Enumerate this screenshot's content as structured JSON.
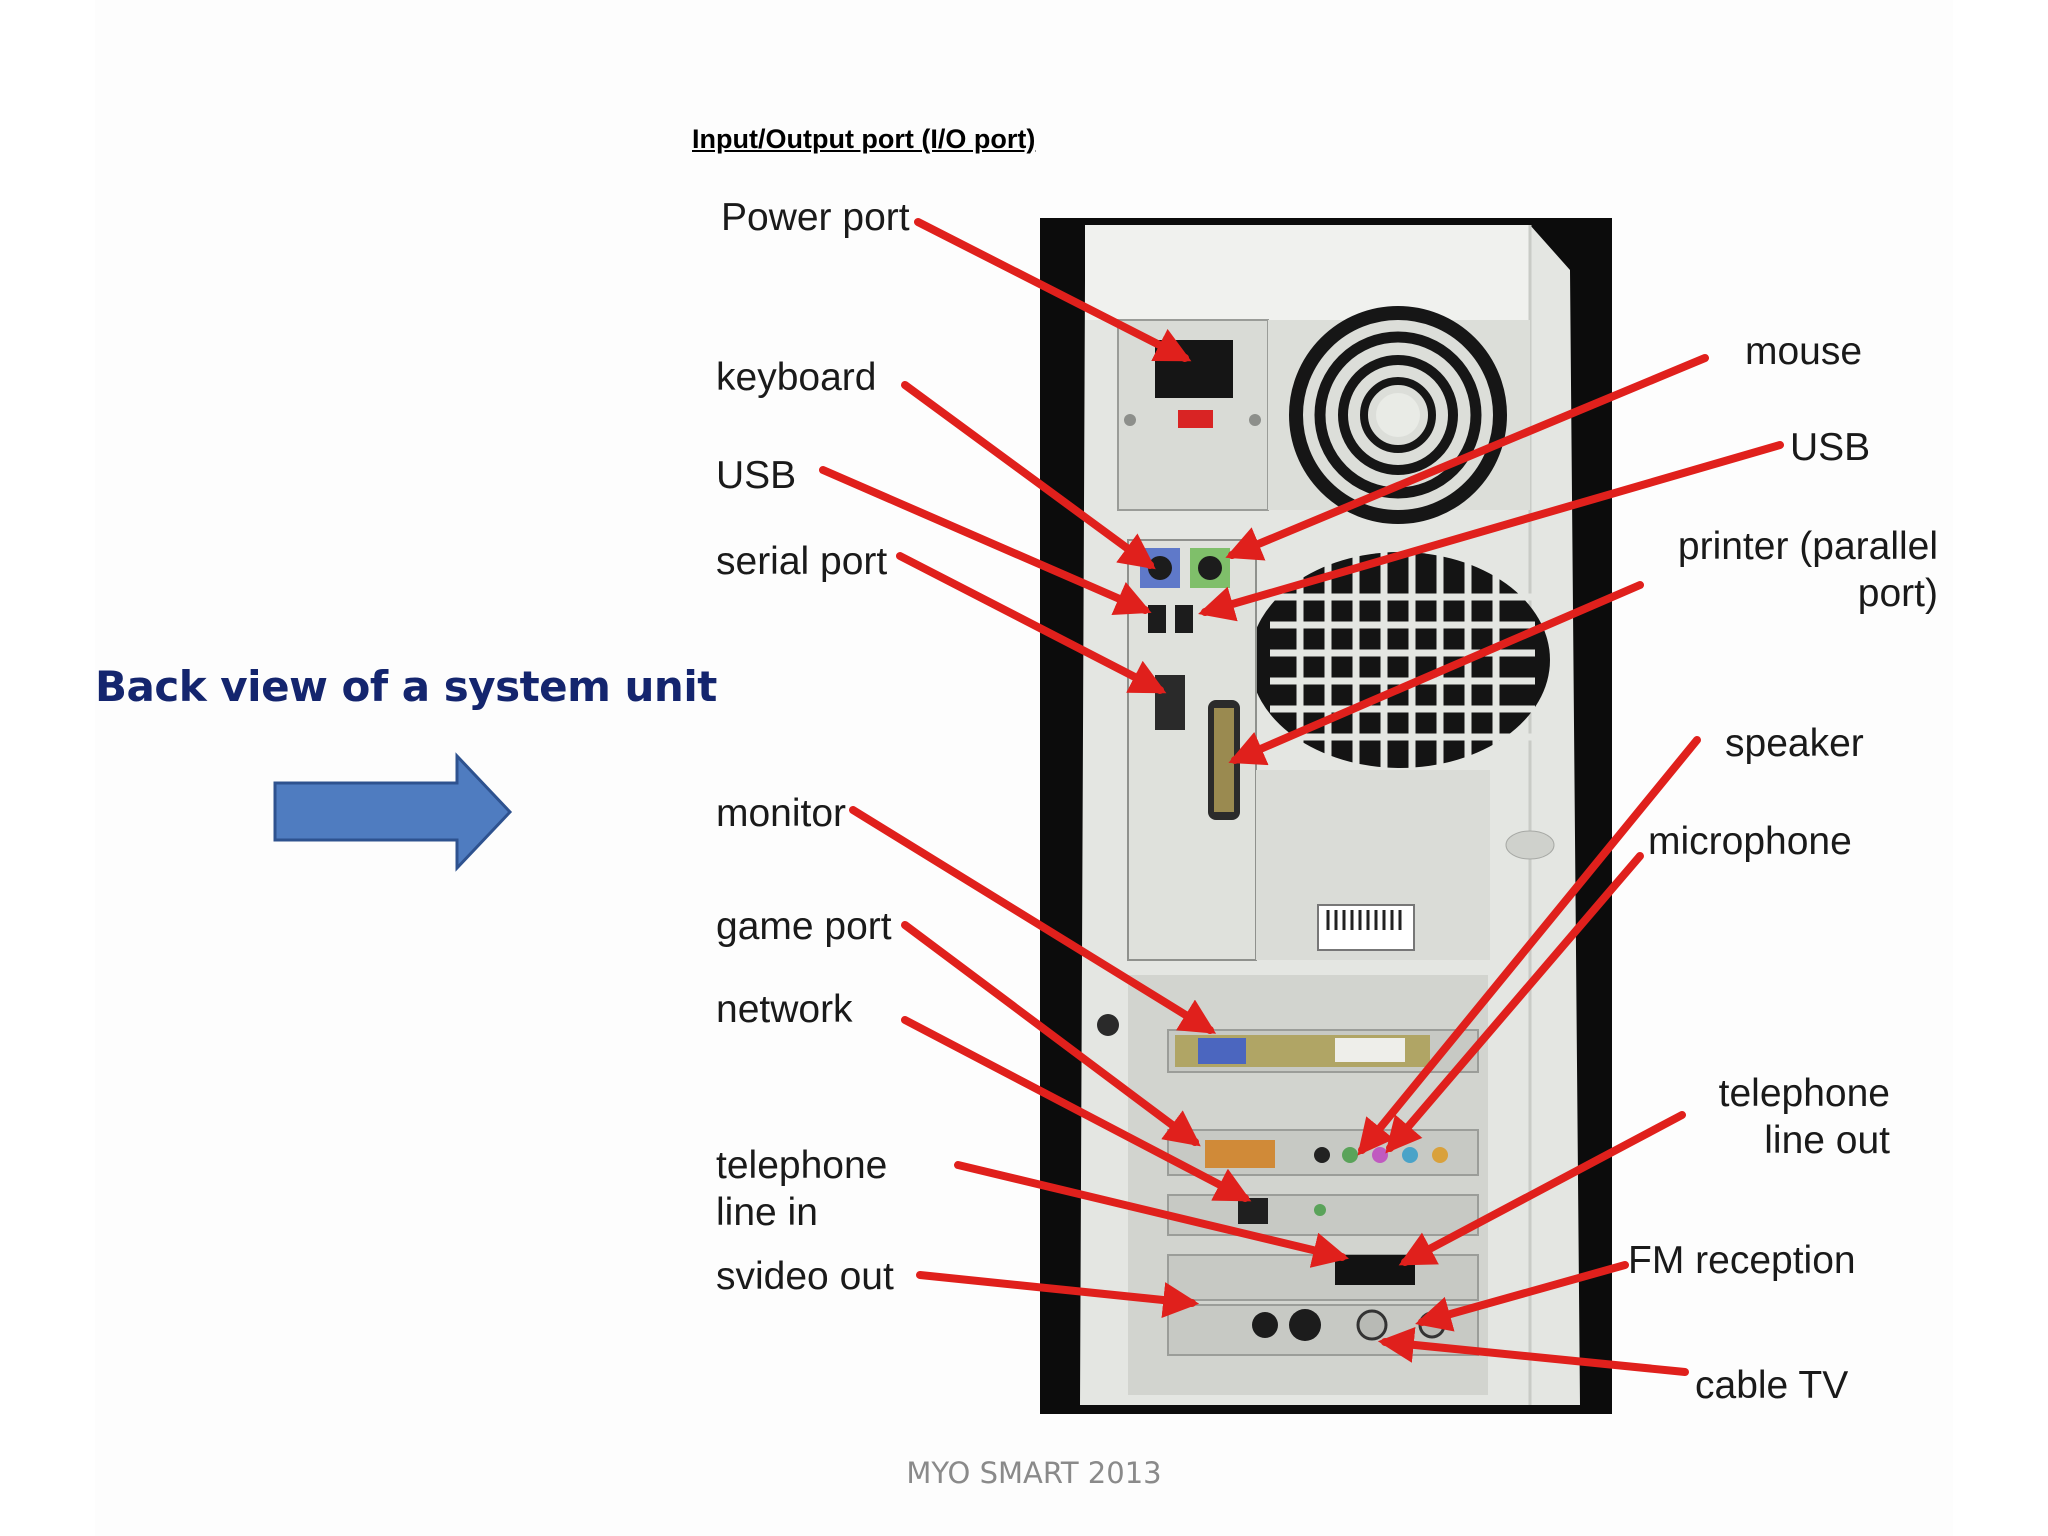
{
  "slide": {
    "heading": "Back view of a system unit",
    "footer": "MYO SMART 2013",
    "figure_title": "Input/Output port (I/O port)"
  },
  "labels_left": {
    "power_port": "Power port",
    "keyboard": "keyboard",
    "usb": "USB",
    "serial_port": "serial port",
    "monitor": "monitor",
    "game_port": "game port",
    "network": "network",
    "telephone_line_in_1": "telephone",
    "telephone_line_in_2": "line in",
    "svideo_out": "svideo out"
  },
  "labels_right": {
    "mouse": "mouse",
    "usb": "USB",
    "printer_1": "printer (parallel",
    "printer_2": "port)",
    "speaker": "speaker",
    "microphone": "microphone",
    "telephone_line_out_1": "telephone",
    "telephone_line_out_2": "line out",
    "fm_reception": "FM reception",
    "cable_tv": "cable TV"
  },
  "colors": {
    "heading": "#14256e",
    "callout_arrow": "#e0201c",
    "block_arrow_fill": "#4f7cc0",
    "block_arrow_stroke": "#2e528f",
    "case_body": "#e4e6e2",
    "case_frame": "#0c0c0c"
  }
}
